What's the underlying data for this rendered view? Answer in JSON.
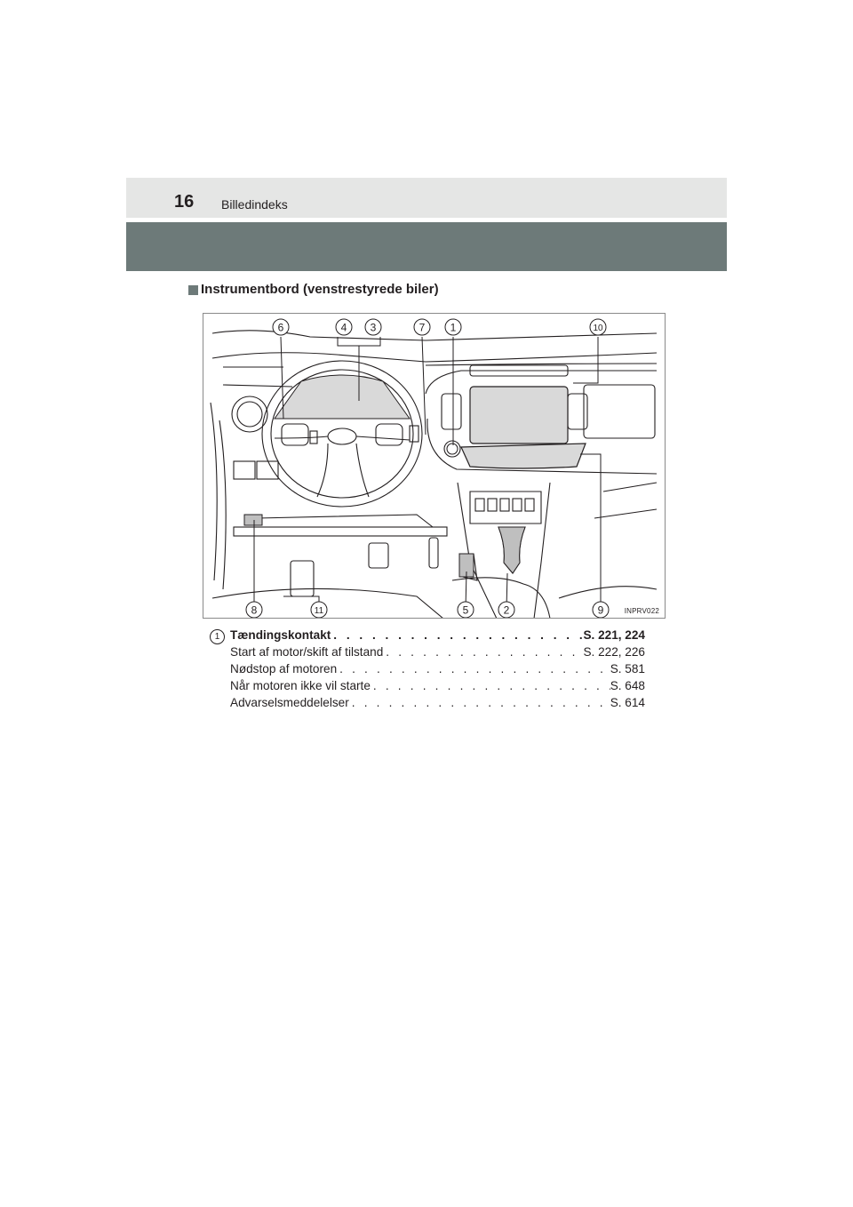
{
  "header": {
    "page_number": "16",
    "section": "Billedindeks"
  },
  "sub_heading": "Instrumentbord (venstrestyrede biler)",
  "figure": {
    "code": "INPRV022",
    "callouts_top": [
      "6",
      "4",
      "3",
      "7",
      "1",
      "10"
    ],
    "callouts_bottom": [
      "8",
      "11",
      "5",
      "2",
      "9"
    ]
  },
  "entry": {
    "number": "1",
    "title": "Tændingskontakt",
    "title_ref": "S. 221, 224",
    "items": [
      {
        "label": "Start af motor/skift af tilstand",
        "ref": "S. 222, 226"
      },
      {
        "label": "Nødstop af motoren",
        "ref": "S. 581"
      },
      {
        "label": "Når motoren ikke vil starte",
        "ref": "S. 648"
      },
      {
        "label": "Advarselsmeddelelser",
        "ref": "S. 614"
      }
    ]
  },
  "colors": {
    "header_bar": "#e5e6e5",
    "dark_bar": "#6d7a79",
    "display_fill": "#d9d9d9"
  }
}
